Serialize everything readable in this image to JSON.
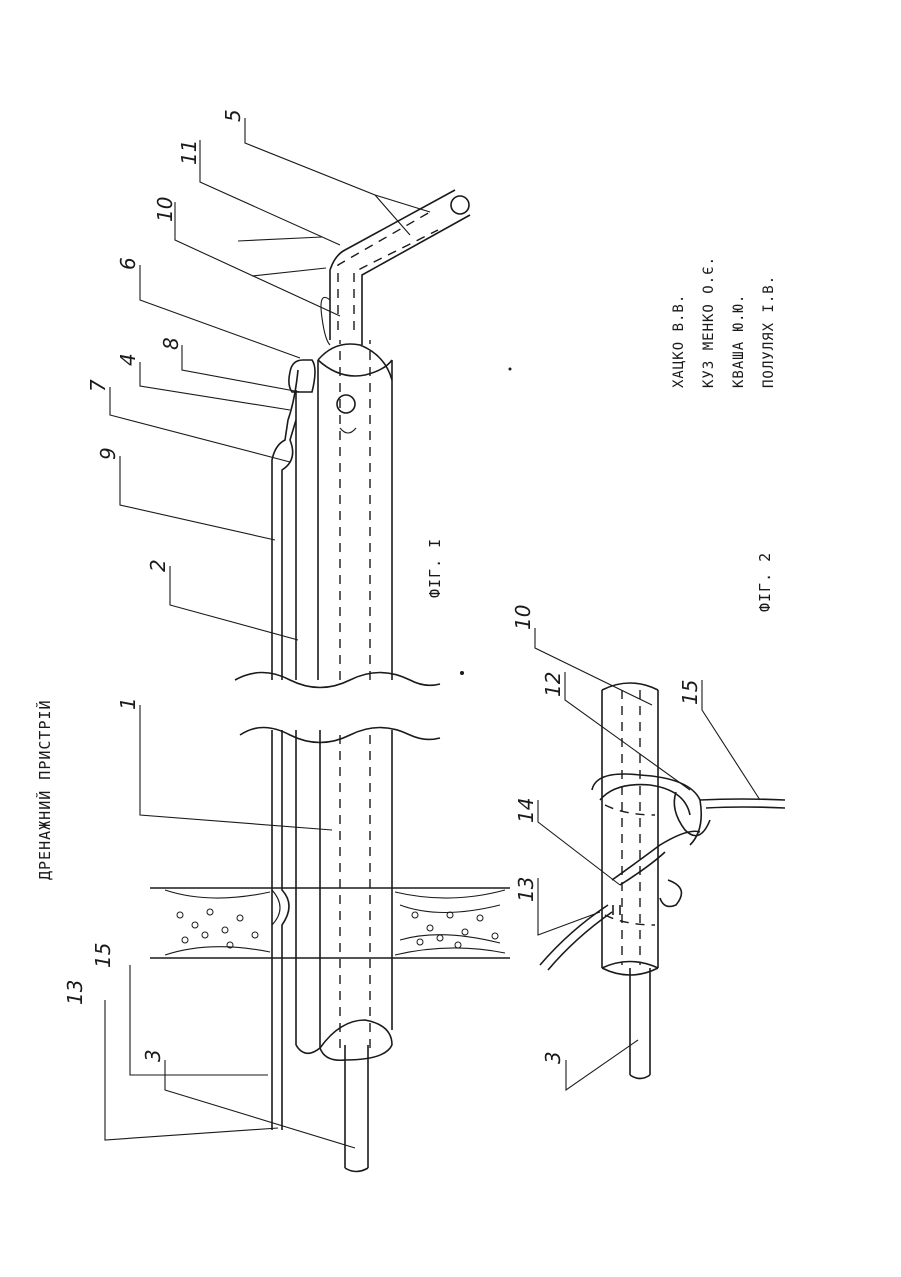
{
  "title": "ДРЕНАЖНИЙ ПРИСТРІЙ",
  "figures": {
    "fig1": "ФІГ. І",
    "fig2": "ФІГ. 2"
  },
  "authors": [
    "ХАЦКО В.В.",
    "КУЗ МЕНКО О.Є.",
    "КВАША Ю.Ю.",
    "ПОЛУЛЯХ І.В."
  ],
  "labels_fig1": [
    "13",
    "15",
    "3",
    "1",
    "2",
    "9",
    "7",
    "4",
    "8",
    "6",
    "10",
    "11",
    "5"
  ],
  "labels_fig2": [
    "3",
    "13",
    "14",
    "12",
    "15",
    "10"
  ]
}
